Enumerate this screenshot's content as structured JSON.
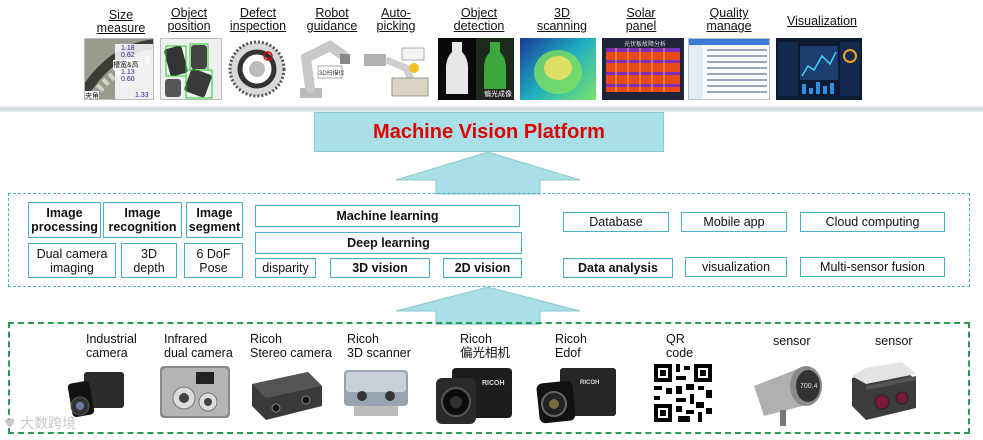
{
  "applications": [
    {
      "id": "size",
      "label": "Size\nmeasure"
    },
    {
      "id": "position",
      "label": "Object\nposition"
    },
    {
      "id": "defect",
      "label": "Defect\ninspection"
    },
    {
      "id": "robot",
      "label": "Robot\nguidance"
    },
    {
      "id": "autopick",
      "label": "Auto-\npicking"
    },
    {
      "id": "detect",
      "label": "Object\ndetection"
    },
    {
      "id": "scan3d",
      "label": "3D\nscanning"
    },
    {
      "id": "solar",
      "label": "Solar\npanel"
    },
    {
      "id": "quality",
      "label": "Quality\nmanage"
    },
    {
      "id": "visual",
      "label": "Visualization"
    }
  ],
  "app_image_text": {
    "size_a": "1.18",
    "size_b": "0.62",
    "size_c": "槽宽&高",
    "size_d": "1.13",
    "size_e": "0.60",
    "size_f": "夹角",
    "size_g": "1.33",
    "robot_tag": "3D扫描仪",
    "detect_tag": "偏光成像",
    "solar_title": "光伏板故障分析"
  },
  "platform": {
    "title": "Machine Vision Platform"
  },
  "core": {
    "image_processing": "Image\nprocessing",
    "image_recognition": "Image\nrecognition",
    "image_segment": "Image\nsegment",
    "dual_camera": "Dual camera\nimaging",
    "depth3d": "3D\ndepth",
    "dof6": "6 DoF\nPose",
    "machine_learning": "Machine learning",
    "deep_learning": "Deep learning",
    "disparity": "disparity",
    "vision3d": "3D vision",
    "vision2d": "2D vision",
    "database": "Database",
    "mobile_app": "Mobile app",
    "cloud": "Cloud computing",
    "data_analysis": "Data analysis",
    "visualization": "visualization",
    "multi_sensor": "Multi-sensor fusion"
  },
  "hardware": [
    {
      "id": "industrial",
      "label": "Industrial\ncamera"
    },
    {
      "id": "infrared",
      "label": "Infrared\ndual camera"
    },
    {
      "id": "stereo",
      "label": "Ricoh\nStereo camera"
    },
    {
      "id": "scanner",
      "label": "Ricoh\n3D scanner"
    },
    {
      "id": "polar",
      "label": "Ricoh\n偏光相机"
    },
    {
      "id": "edof",
      "label": "Ricoh\nEdof"
    },
    {
      "id": "qr",
      "label": "QR\ncode"
    },
    {
      "id": "sensor1",
      "label": "sensor"
    },
    {
      "id": "sensor2",
      "label": "sensor"
    }
  ],
  "hw_text": {
    "ricoh_logo": "RICOH",
    "sensor_display": "700.4"
  },
  "watermark": "大数跨境",
  "colors": {
    "accent_red": "#e00000",
    "platform_fill": "#a9dfe6",
    "box_border": "#4ab0c8",
    "hw_border": "#2a9a55"
  }
}
